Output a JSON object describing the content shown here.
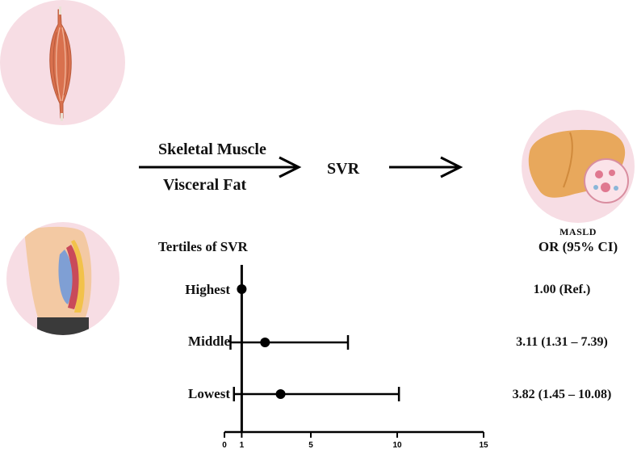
{
  "flow": {
    "input_top": "Skeletal Muscle",
    "input_bottom": "Visceral Fat",
    "middle": "SVR",
    "outcome": "MASLD"
  },
  "icons": {
    "muscle": "skeletal-muscle-icon",
    "abdomen": "abdomen-visceral-fat-icon",
    "liver": "fatty-liver-icon",
    "arrow1": "right-arrow-icon",
    "arrow2": "right-arrow-icon"
  },
  "colors": {
    "circle_bg": "#f7dde4",
    "muscle": "#d9714e",
    "liver": "#e8a85c",
    "fat": "#f2c24a",
    "visceral": "#7f9fd4",
    "ink": "#000000"
  },
  "table": {
    "left_header": "Tertiles of SVR",
    "right_header": "OR (95% CI)"
  },
  "chart_data": {
    "type": "forest",
    "categories": [
      "Highest",
      "Middle",
      "Lowest"
    ],
    "or": [
      1.0,
      2.35,
      3.25
    ],
    "ci_low": [
      1.0,
      0.35,
      0.55
    ],
    "ci_high": [
      1.0,
      7.15,
      10.1
    ],
    "or_text": [
      "1.00 (Ref.)",
      "3.11 (1.31 – 7.39)",
      "3.82 (1.45 – 10.08)"
    ],
    "x_ticks": [
      "0",
      "1",
      "5",
      "10",
      "15"
    ],
    "x_tick_values": [
      0,
      1,
      5,
      10,
      15
    ],
    "xlim": [
      0,
      15
    ],
    "reference_line": 1
  }
}
